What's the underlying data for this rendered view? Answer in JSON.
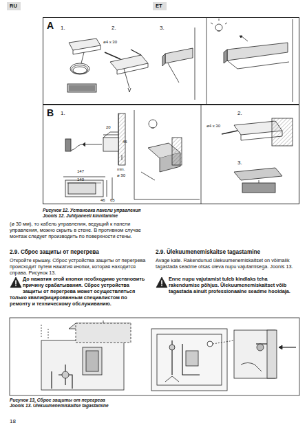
{
  "diagram": {
    "nodes": [
      {
        "text": [
          "A"
        ]
      },
      {
        "text": [
          "B"
        ]
      }
    ],
    "labels": [
      "RU",
      "ET",
      "1.",
      "2.",
      "3.",
      "ø4 x 30",
      "1.",
      "20",
      "46",
      "147",
      "140",
      "46",
      "65",
      "min.",
      "ø 30",
      "2.",
      "ø4 x 30",
      "3.",
      "Рисунок 12. Установка панели управления",
      "Joonis 12. Juhtpaneeli kinnitamine",
      "(ø 30 мм), то кабель управления, ведущий к панели управления, можно скрыть в стене. В противном случае монтаж следует производить по поверхности стены.",
      "2.9. Сброс защиты от перегрева",
      "Откройте крышку. Сброс устройства защиты от перегрева происходит путем нажатия кнопки, которая находится справа. Рисунок 13.",
      "До нажатия этой кнопки необходимо установить причину срабатывания. Сброс устройства защиты от перегрева может осуществляться только квалифицированным специалистом по ремонту и техническому обслуживанию.",
      "2.9. Ülekuumenemiskaitse tagastamine",
      "Avage kate. Rakendunud ülekuumenemiskaitset on võimalik tagastada seadme otsas oleva nupu vajutamisega. Joonis 13.",
      "Enne nupu vajutamist tuleb kindlaks teha rakendumise põhjus. Ülekuumenemiskaitset võib tagastada ainult professionaalne seadme hooldaja.",
      "Рисунок 13. Сброс защиты от перегрева",
      "Joonis 13. Ülekuumenemiskaitse tagastamine",
      "18"
    ]
  }
}
